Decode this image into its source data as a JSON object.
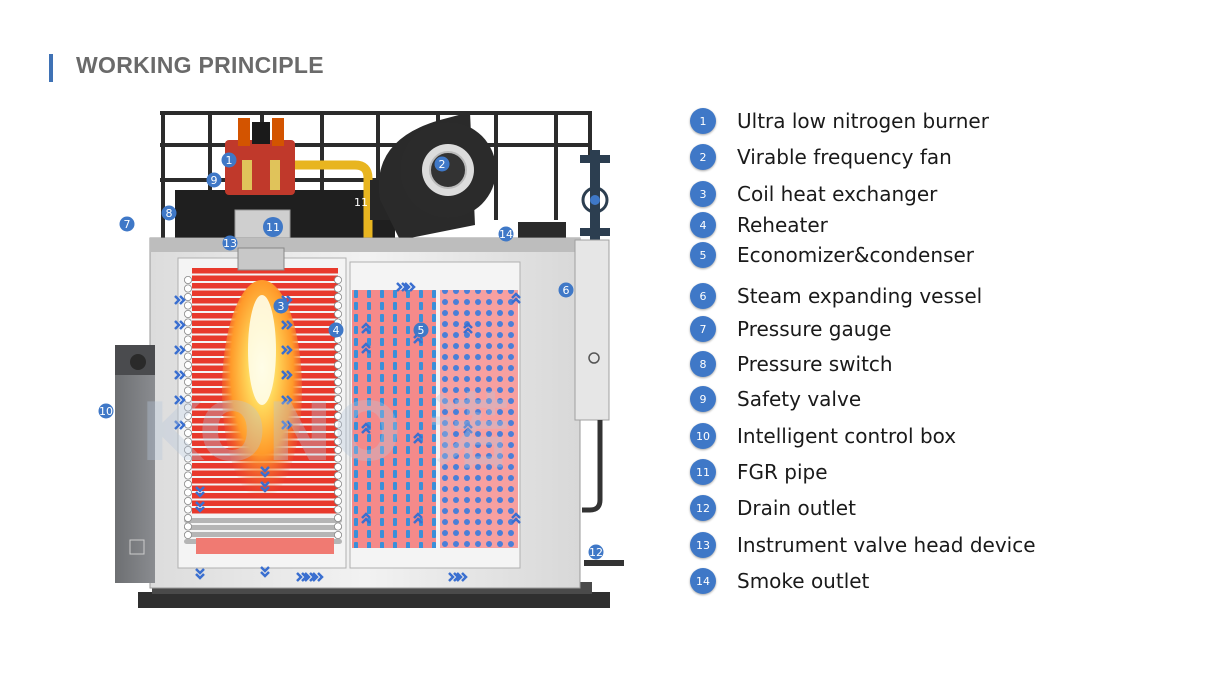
{
  "title": "WORKING PRINCIPLE",
  "colors": {
    "accent": "#3f72b5",
    "badge": "#3f78c7",
    "heat": "#e8392c",
    "flue": "#f27b7b",
    "water": "#3a8fd8"
  },
  "watermark": "KONO 诺",
  "diagram": {
    "plate_label": "11",
    "markers": [
      "1",
      "2",
      "3",
      "4",
      "5",
      "6",
      "7",
      "8",
      "9",
      "10",
      "11",
      "12",
      "13",
      "14"
    ]
  },
  "legend": [
    {
      "num": "1",
      "label": "Ultra low nitrogen burner"
    },
    {
      "num": "2",
      "label": "Virable frequency fan"
    },
    {
      "num": "3",
      "label": "Coil heat exchanger"
    },
    {
      "num": "4",
      "label": "Reheater"
    },
    {
      "num": "5",
      "label": "Economizer&condenser"
    },
    {
      "num": "6",
      "label": "Steam expanding vessel"
    },
    {
      "num": "7",
      "label": "Pressure gauge"
    },
    {
      "num": "8",
      "label": "Pressure switch"
    },
    {
      "num": "9",
      "label": "Safety valve"
    },
    {
      "num": "10",
      "label": "Intelligent control box"
    },
    {
      "num": "11",
      "label": "FGR pipe"
    },
    {
      "num": "12",
      "label": "Drain outlet"
    },
    {
      "num": "13",
      "label": "Instrument valve head device"
    },
    {
      "num": "14",
      "label": "Smoke outlet"
    }
  ]
}
